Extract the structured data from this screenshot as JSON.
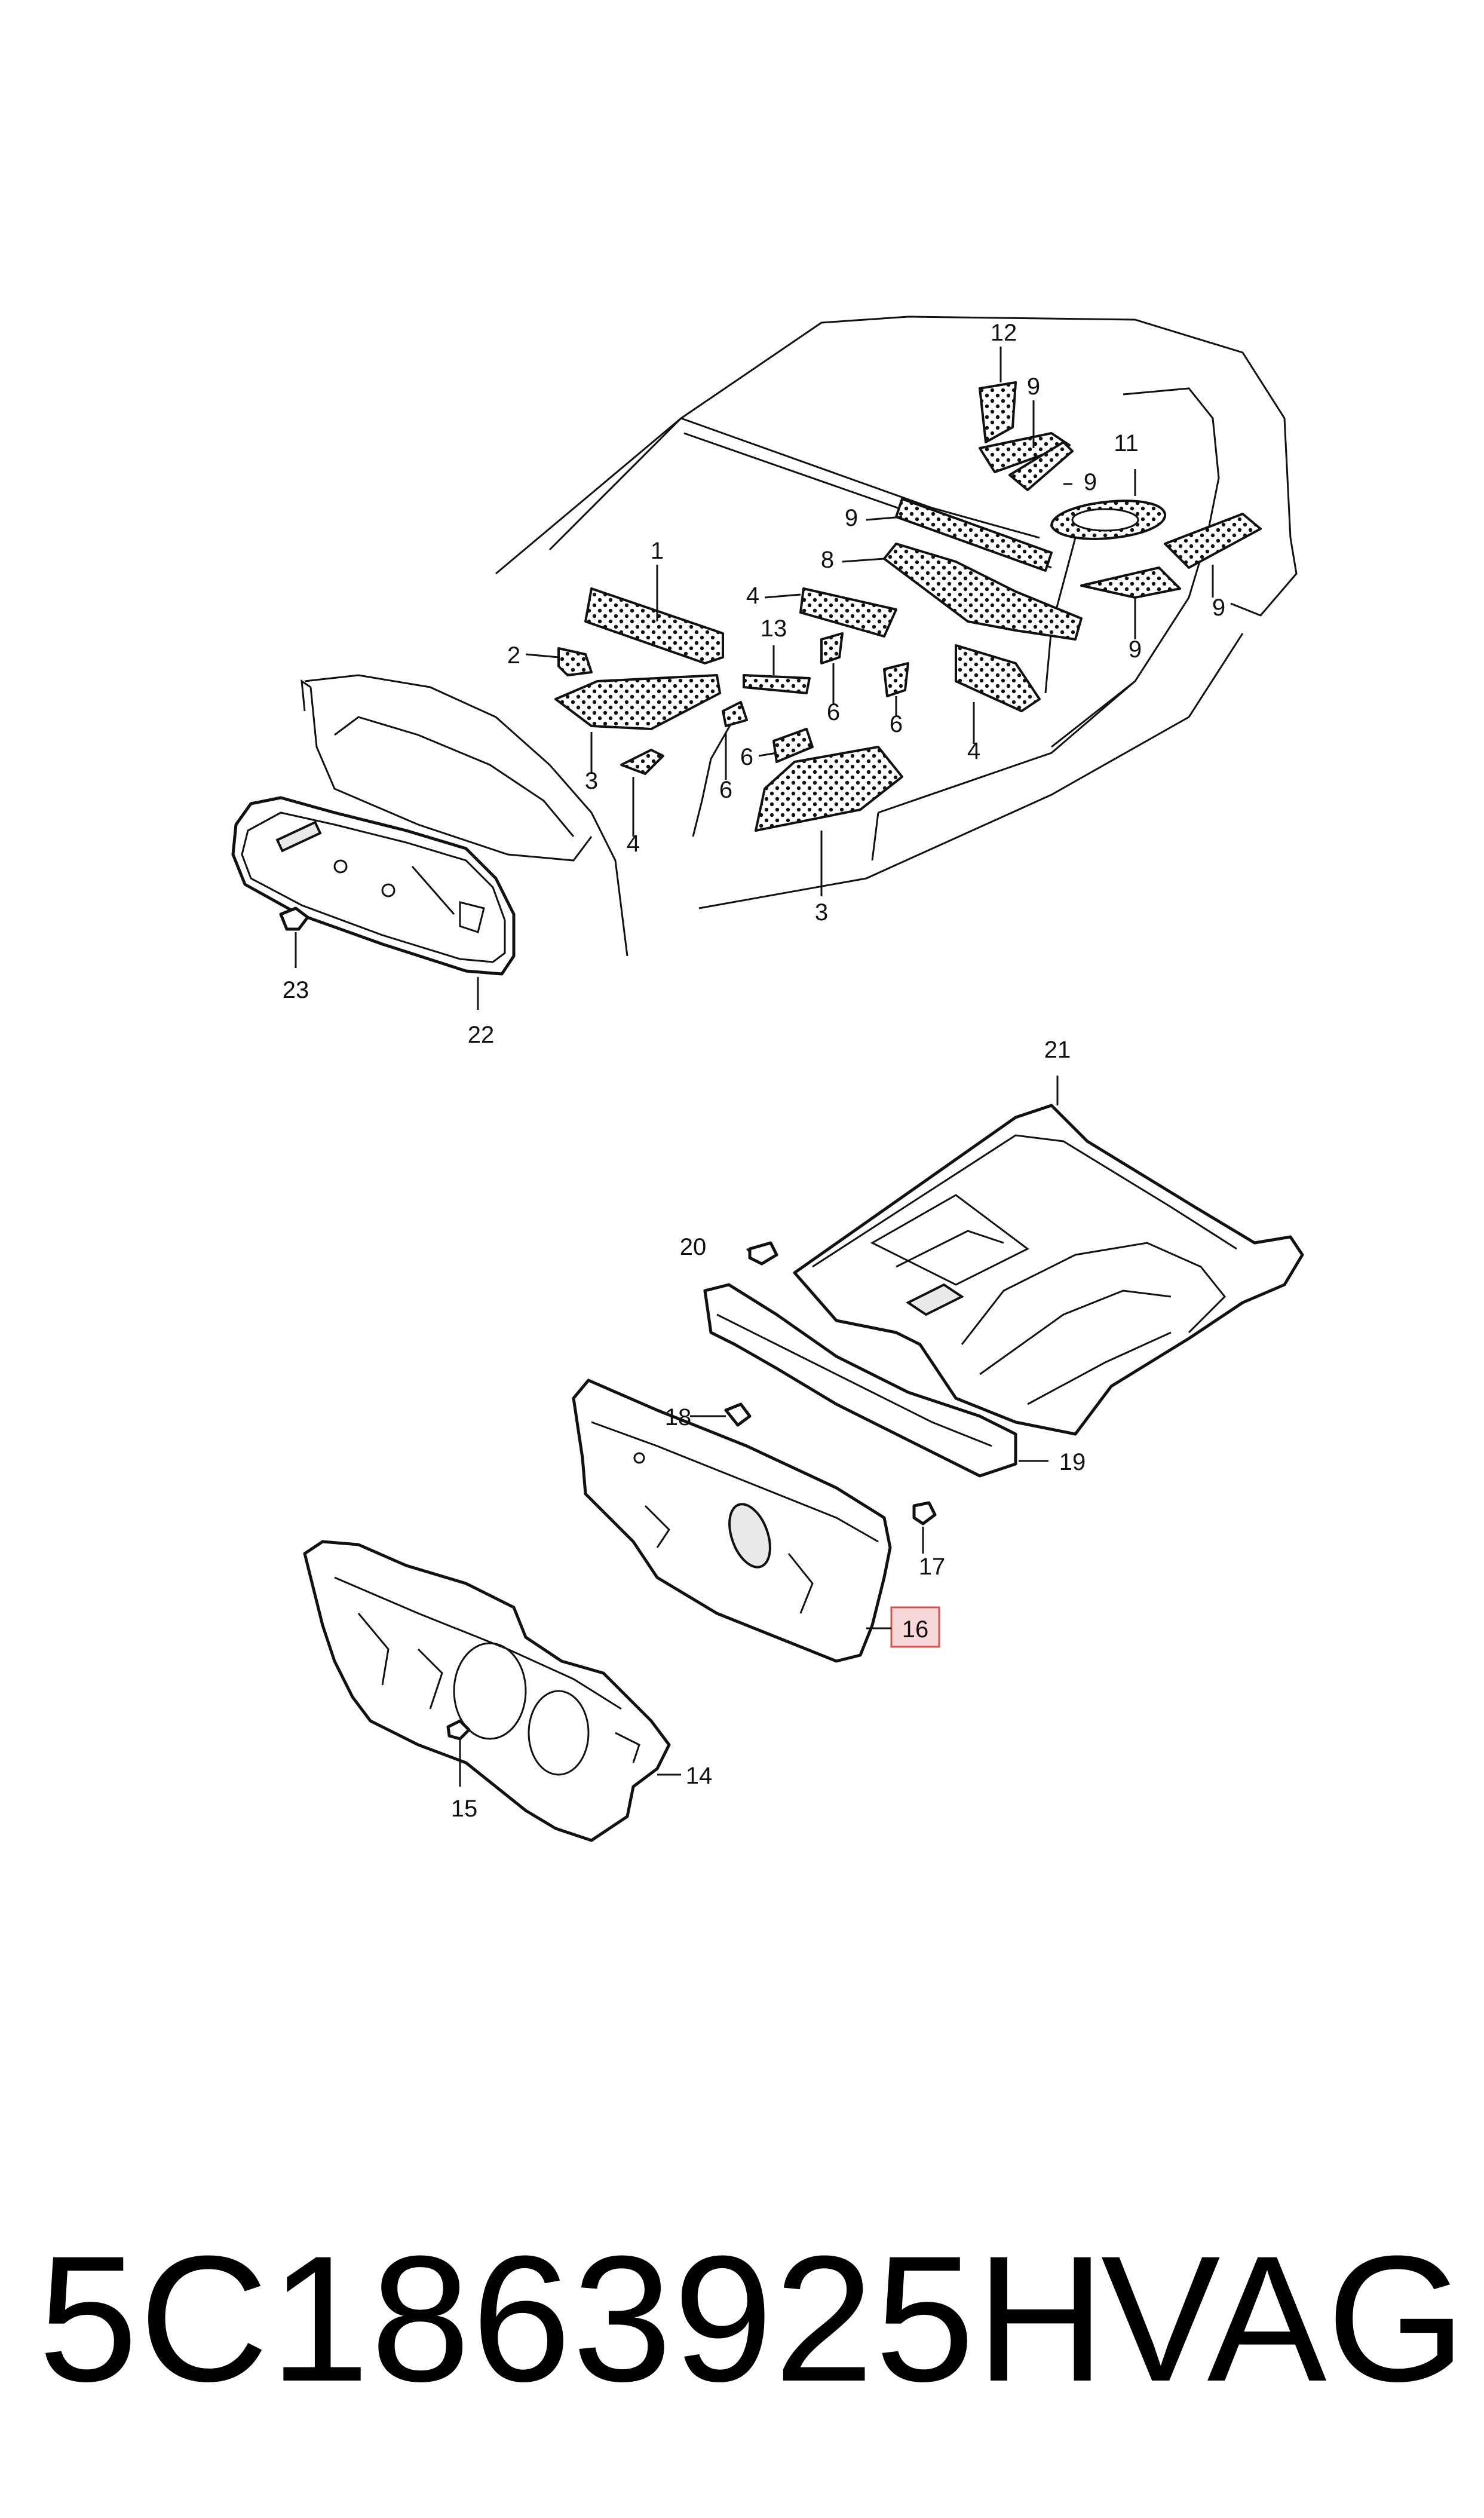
{
  "diagram": {
    "callouts": [
      "1",
      "2",
      "3",
      "3",
      "4",
      "4",
      "4",
      "6",
      "6",
      "6",
      "6",
      "8",
      "9",
      "9",
      "9",
      "9",
      "9",
      "11",
      "12",
      "13",
      "14",
      "15",
      "16",
      "17",
      "18",
      "19",
      "20",
      "21",
      "22",
      "23"
    ],
    "highlighted_callout": "16",
    "highlight_color": "#f8d7da"
  },
  "footer": {
    "part_number": "5C1863925H",
    "brand": "VAG"
  }
}
